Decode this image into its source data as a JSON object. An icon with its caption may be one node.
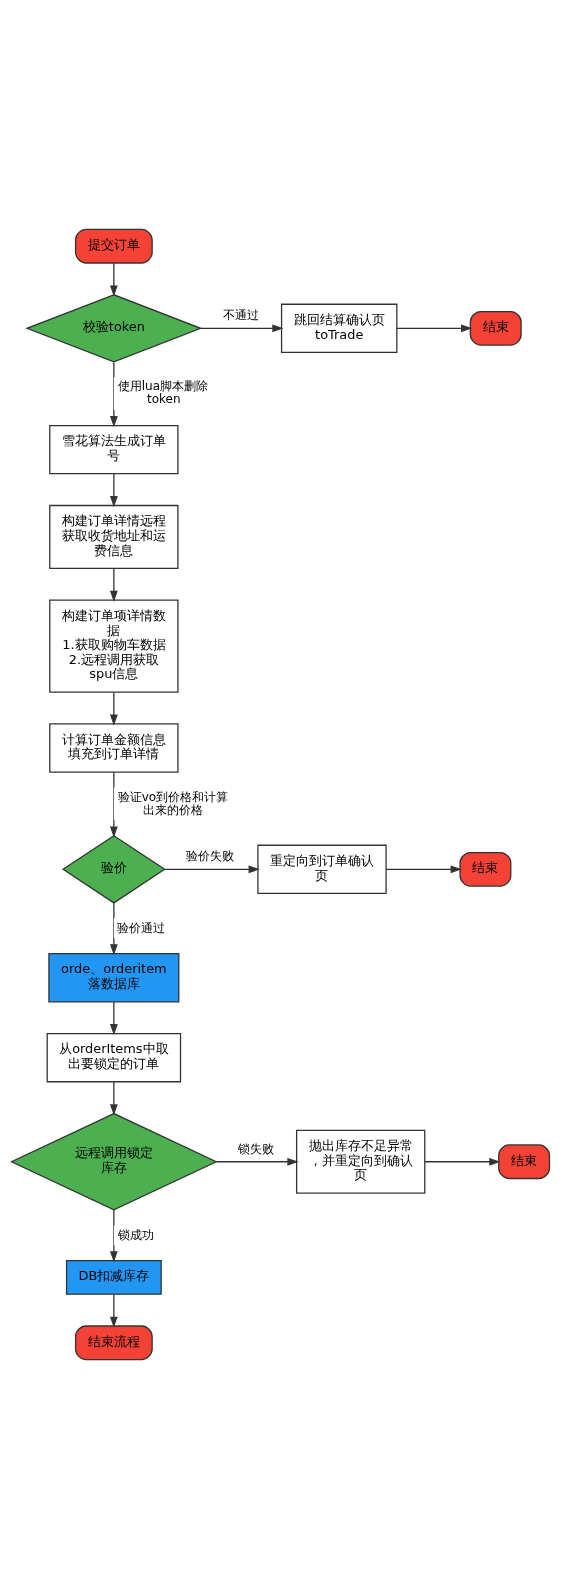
{
  "diagram": {
    "nodes": [
      {
        "text": [
          "提交订单"
        ]
      },
      {
        "text": [
          "校验token"
        ]
      },
      {
        "text": [
          "跳回结算确认页toTrade"
        ]
      },
      {
        "text": [
          "结束"
        ]
      },
      {
        "text": [
          "雪花算法生成订单号"
        ]
      },
      {
        "text": [
          "构建订单详情远程获取收货地址和运费信息"
        ]
      },
      {
        "text": [
          "构建订单项详情数据 1.获取购物车数据 2.远程调用获取spu信息"
        ]
      },
      {
        "text": [
          "计算订单金额信息填充到订单详情"
        ]
      },
      {
        "text": [
          "验价"
        ]
      },
      {
        "text": [
          "重定向到订单确认页"
        ]
      },
      {
        "text": [
          "结束"
        ]
      },
      {
        "text": [
          "orde、orderitem落数据库"
        ]
      },
      {
        "text": [
          "从orderItems中取出要锁定的订单"
        ]
      },
      {
        "text": [
          "远程调用锁定库存"
        ]
      },
      {
        "text": [
          "抛出库存不足异常，并重定向到确认页"
        ]
      },
      {
        "text": [
          "结束"
        ]
      },
      {
        "text": [
          "DB扣减库存"
        ]
      },
      {
        "text": [
          "结束流程"
        ]
      }
    ],
    "edges": [
      {
        "from": 0,
        "to": 1,
        "arrow": "to"
      },
      {
        "from": 1,
        "to": 2,
        "arrow": "to",
        "label": "不通过"
      },
      {
        "from": 2,
        "to": 3,
        "arrow": "to"
      },
      {
        "from": 1,
        "to": 4,
        "arrow": "to",
        "label": "使用lua脚本删除token"
      },
      {
        "from": 4,
        "to": 5,
        "arrow": "to"
      },
      {
        "from": 5,
        "to": 6,
        "arrow": "to"
      },
      {
        "from": 6,
        "to": 7,
        "arrow": "to"
      },
      {
        "from": 7,
        "to": 8,
        "arrow": "to",
        "label": "验证vo到价格和计算出来的价格"
      },
      {
        "from": 8,
        "to": 9,
        "arrow": "to",
        "label": "验价失败"
      },
      {
        "from": 9,
        "to": 10,
        "arrow": "to"
      },
      {
        "from": 8,
        "to": 11,
        "arrow": "to",
        "label": "验价通过"
      },
      {
        "from": 11,
        "to": 12,
        "arrow": "to"
      },
      {
        "from": 12,
        "to": 13,
        "arrow": "to"
      },
      {
        "from": 13,
        "to": 14,
        "arrow": "to",
        "label": "锁失败"
      },
      {
        "from": 14,
        "to": 15,
        "arrow": "to"
      },
      {
        "from": 13,
        "to": 16,
        "arrow": "to",
        "label": "锁成功"
      },
      {
        "from": 16,
        "to": 17,
        "arrow": "to"
      }
    ]
  }
}
